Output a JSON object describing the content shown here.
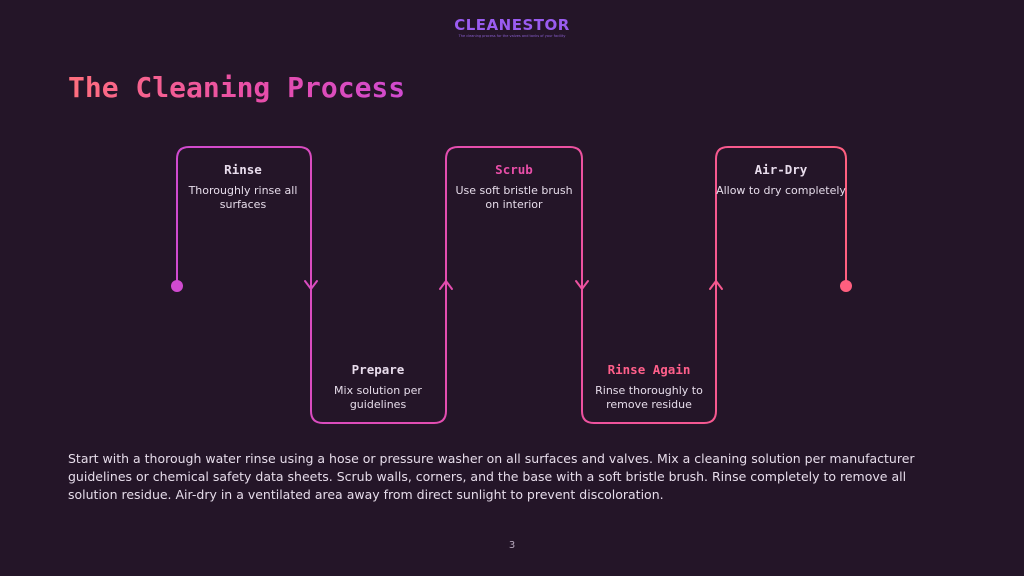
{
  "logo": {
    "name": "CLEANESTOR",
    "tagline": "The cleaning process for the valves and tanks of your facility"
  },
  "title": "The Cleaning Process",
  "steps": [
    {
      "title": "Rinse",
      "description": "Thoroughly rinse all surfaces",
      "title_color": "#e8dcec"
    },
    {
      "title": "Prepare",
      "description": "Mix solution per guidelines",
      "title_color": "#e8dcec"
    },
    {
      "title": "Scrub",
      "description": "Use soft bristle brush on interior",
      "title_color": "#e84ea8"
    },
    {
      "title": "Rinse Again",
      "description": "Rinse thoroughly to remove residue",
      "title_color": "#ff5f8a"
    },
    {
      "title": "Air-Dry",
      "description": "Allow to dry completely",
      "title_color": "#e8dcec"
    }
  ],
  "body": "Start with a thorough water rinse using a hose or pressure washer on all surfaces and valves. Mix a cleaning solution per manufacturer guidelines or chemical safety data sheets. Scrub walls, corners, and the base with a soft bristle brush. Rinse completely to remove all solution residue. Air-dry in a ventilated area away from direct sunlight to prevent discoloration.",
  "page_number": "3",
  "colors": {
    "background": "#241528",
    "gradient_start": "#d04ad0",
    "gradient_end": "#ff6f7d"
  }
}
